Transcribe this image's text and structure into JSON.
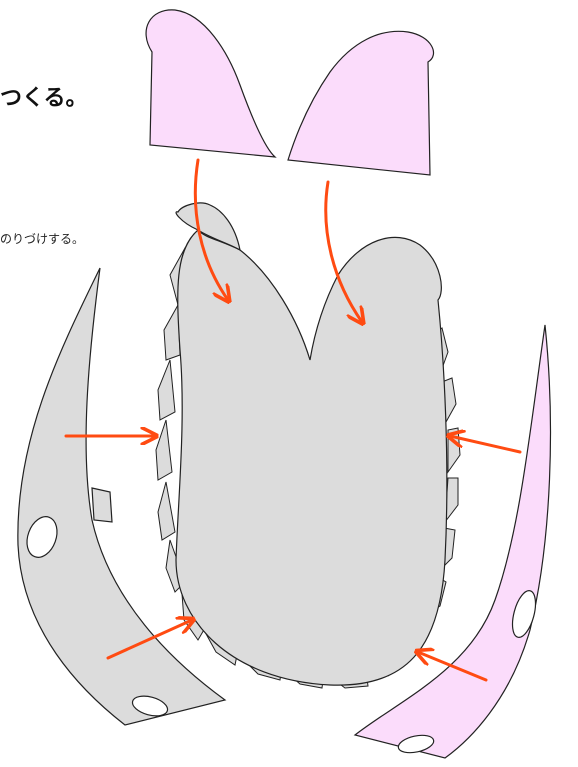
{
  "heading": "つくる。",
  "instruction": "のりづけする。",
  "colors": {
    "body_gray": "#dcdcdc",
    "ear_pink": "#fbdcfb",
    "arrow_orange": "#ff4b12",
    "outline": "#222222"
  },
  "parts": {
    "ears": [
      "left-ear-piece",
      "right-ear-piece"
    ],
    "bands": [
      "left-side-band",
      "right-side-band"
    ]
  }
}
